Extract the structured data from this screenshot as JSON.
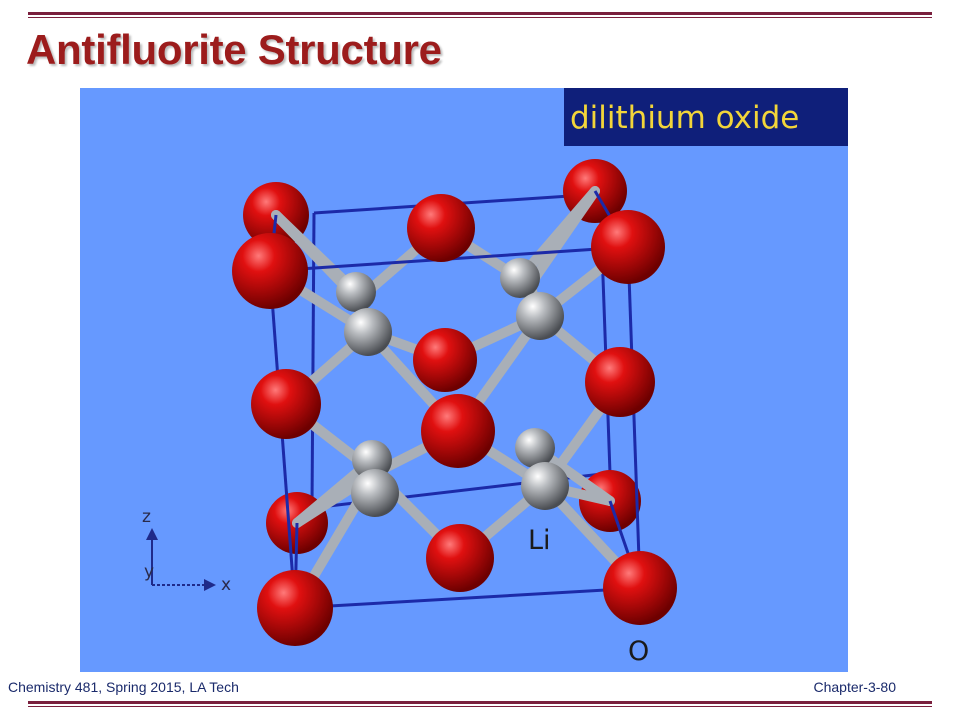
{
  "slide": {
    "title": "Antifluorite Structure",
    "footer_left": "Chemistry 481, Spring 2015, LA Tech",
    "footer_right": "Chapter-3-80"
  },
  "figure": {
    "label": "dilithium oxide",
    "atom_label_li": "Li",
    "atom_label_o": "O",
    "axis_labels": {
      "z": "z",
      "y": "y",
      "x": "x"
    }
  },
  "colors": {
    "title": "#9c1c1c",
    "rule": "#7a1f3d",
    "footer_text": "#1a2a6b",
    "background_panel": "#6699ff",
    "label_box": "#0f1f7a",
    "label_text": "#f2d53a",
    "oxygen_atom": "#d40000",
    "lithium_atom": "#b8b8b8",
    "unit_cell_edge": "#1c2aa8",
    "bond": "#a9afb7"
  }
}
